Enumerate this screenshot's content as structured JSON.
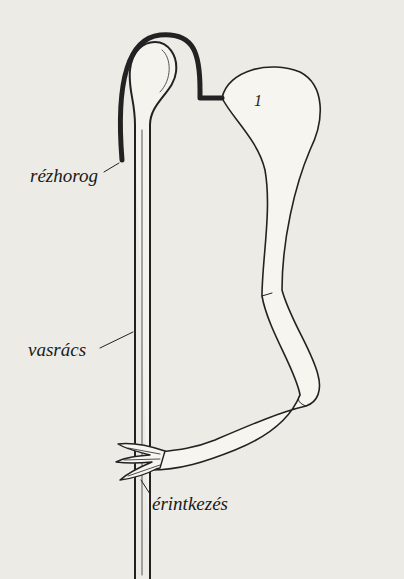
{
  "diagram": {
    "labels": [
      "rézhorog",
      "vasrács",
      "érintkezés",
      "1"
    ]
  }
}
